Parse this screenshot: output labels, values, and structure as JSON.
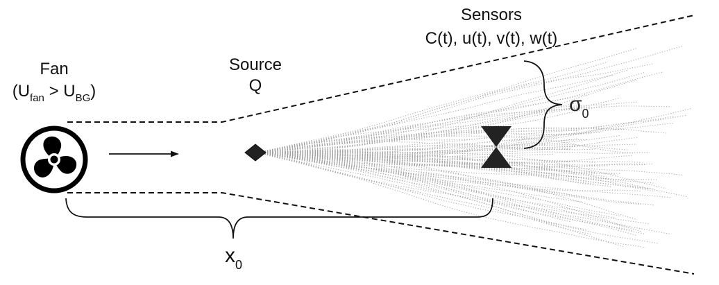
{
  "diagram": {
    "fan": {
      "title": "Fan",
      "condition_open": "(U",
      "condition_sub1": "fan",
      "condition_mid": " > U",
      "condition_sub2": "BG",
      "condition_close": ")",
      "icon": "fan-icon"
    },
    "source": {
      "title": "Source",
      "symbol": "Q",
      "icon": "diamond-marker"
    },
    "sensors": {
      "title": "Sensors",
      "measurements": "C(t), u(t), v(t), w(t)",
      "icon": "hourglass-sensor-icon"
    },
    "plume_width": {
      "symbol": "σ",
      "subscript": "0"
    },
    "distance": {
      "symbol": "x",
      "subscript": "0"
    },
    "flow_direction": "arrow-right",
    "colors": {
      "ink": "#111111",
      "marker": "#222222",
      "plume": "#9e9e9e"
    }
  }
}
